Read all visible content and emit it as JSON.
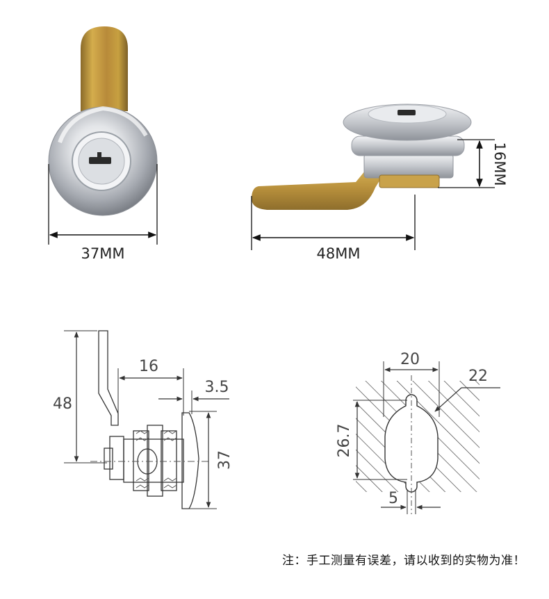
{
  "photo_front": {
    "width_label": "37MM"
  },
  "photo_side": {
    "length_label": "48MM",
    "height_label": "16MM"
  },
  "drawing_side": {
    "height_label": "48",
    "tongue_label": "16",
    "flange_label": "3.5",
    "face_label": "37"
  },
  "drawing_cutout": {
    "width_label": "20",
    "diameter_label": "22",
    "height_label": "26.7",
    "slot_label": "5"
  },
  "note": "注：手工测量有误差，请以收到的实物为准！",
  "colors": {
    "brass": "#c9a23e",
    "chrome": "#d8dade",
    "line": "#333333"
  }
}
